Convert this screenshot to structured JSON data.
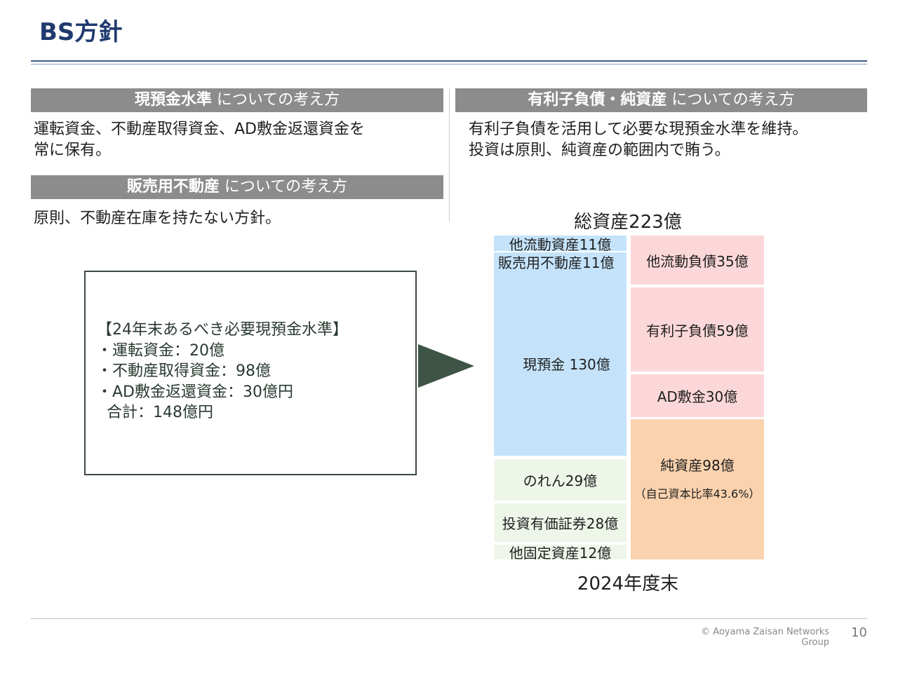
{
  "header": {
    "title": "BS方針"
  },
  "sections": {
    "cash": {
      "bold": "現預金水準",
      "light": " についての考え方",
      "lines": [
        "運転資金、不動産取得資金、AD敷金返還資金を",
        "常に保有。"
      ]
    },
    "inventory": {
      "bold": "販売用不動産",
      "light": " についての考え方",
      "lines": [
        "原則、不動産在庫を持たない方針。"
      ]
    },
    "debt": {
      "bold": "有利子負債・純資産",
      "light": " についての考え方",
      "lines": [
        "有利子負債を活用して必要な現預金水準を維持。",
        "投資は原則、純資産の範囲内で賄う。"
      ]
    }
  },
  "required_box": {
    "lines": [
      "【24年末あるべき必要現預金水準】",
      "・運転資金：20億",
      "・不動産取得資金：98億",
      "・AD敷金返還資金：30億円",
      "  合計：148億円"
    ]
  },
  "balance_sheet": {
    "total_label": "総資産223億",
    "year_label": "2024年度末",
    "assets": [
      {
        "label": "他流動資産11億",
        "color": "#c4e3fb"
      },
      {
        "label": "販売用不動産11億",
        "color": "#c4e3fb"
      },
      {
        "label": "現預金 130億",
        "color": "#c4e3fb"
      },
      {
        "label": "のれん29億",
        "color": "#eef6ea"
      },
      {
        "label": "投資有価証券28億",
        "color": "#eef6ea"
      },
      {
        "label": "他固定資産12億",
        "color": "#eef6ea"
      }
    ],
    "liabilities": [
      {
        "label": "他流動負債35億",
        "color": "#fcd7d9"
      },
      {
        "label": "有利子負債59億",
        "color": "#fcd7d9"
      },
      {
        "label": "AD敷金30億",
        "color": "#fcd7d9"
      },
      {
        "label": "純資産98億",
        "sub": "（自己資本比率43.6%）",
        "color": "#fad2ae"
      }
    ]
  },
  "footer": {
    "copyright": "© Aoyama Zaisan Networks Group",
    "page": "10"
  },
  "colors": {
    "title": "#1f3a6e",
    "bar": "#8c8c8c",
    "arrow": "#3d5446"
  }
}
